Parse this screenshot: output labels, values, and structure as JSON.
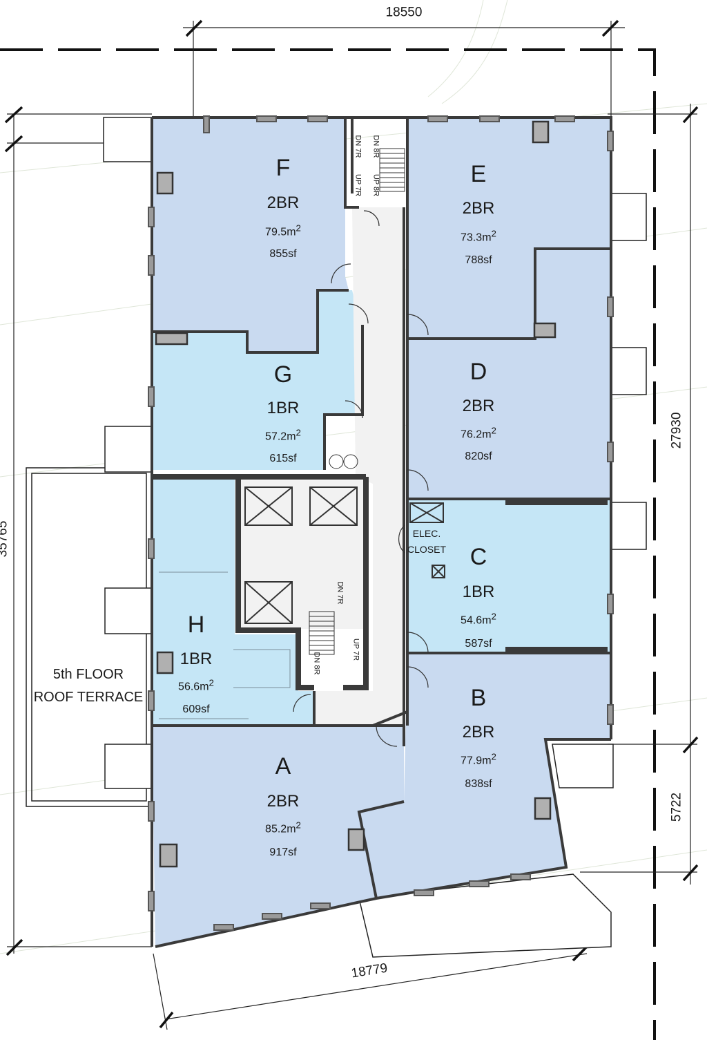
{
  "dimensions": {
    "top": "18550",
    "right_main": "27930",
    "right_lower": "5722",
    "bottom": "18779",
    "left": "35765"
  },
  "units": [
    {
      "id": "F",
      "type": "2BR",
      "area_m2": "79.5m",
      "area_sf": "855sf"
    },
    {
      "id": "E",
      "type": "2BR",
      "area_m2": "73.3m",
      "area_sf": "788sf"
    },
    {
      "id": "G",
      "type": "1BR",
      "area_m2": "57.2m",
      "area_sf": "615sf"
    },
    {
      "id": "D",
      "type": "2BR",
      "area_m2": "76.2m",
      "area_sf": "820sf"
    },
    {
      "id": "C",
      "type": "1BR",
      "area_m2": "54.6m",
      "area_sf": "587sf"
    },
    {
      "id": "H",
      "type": "1BR",
      "area_m2": "56.6m",
      "area_sf": "609sf"
    },
    {
      "id": "B",
      "type": "2BR",
      "area_m2": "77.9m",
      "area_sf": "838sf"
    },
    {
      "id": "A",
      "type": "2BR",
      "area_m2": "85.2m",
      "area_sf": "917sf"
    }
  ],
  "superscript": "2",
  "terrace": {
    "label": "5th FLOOR ROOF TERRACE"
  },
  "elec_closet": {
    "line1": "ELEC.",
    "line2": "CLOSET"
  },
  "stair_top": {
    "dn_left": "DN 7R",
    "up_left": "UP 7R",
    "dn_right": "DN 8R",
    "up_right": "UP 8R"
  },
  "stair_core": {
    "dn_top": "DN 7R",
    "up_right": "UP 7R",
    "dn_bottom": "DN 8R"
  },
  "colors": {
    "two_bedroom": "#c9daf0",
    "one_bedroom": "#c5e6f6",
    "wall": "#3a3a3a",
    "column": "#b0b0b0"
  }
}
